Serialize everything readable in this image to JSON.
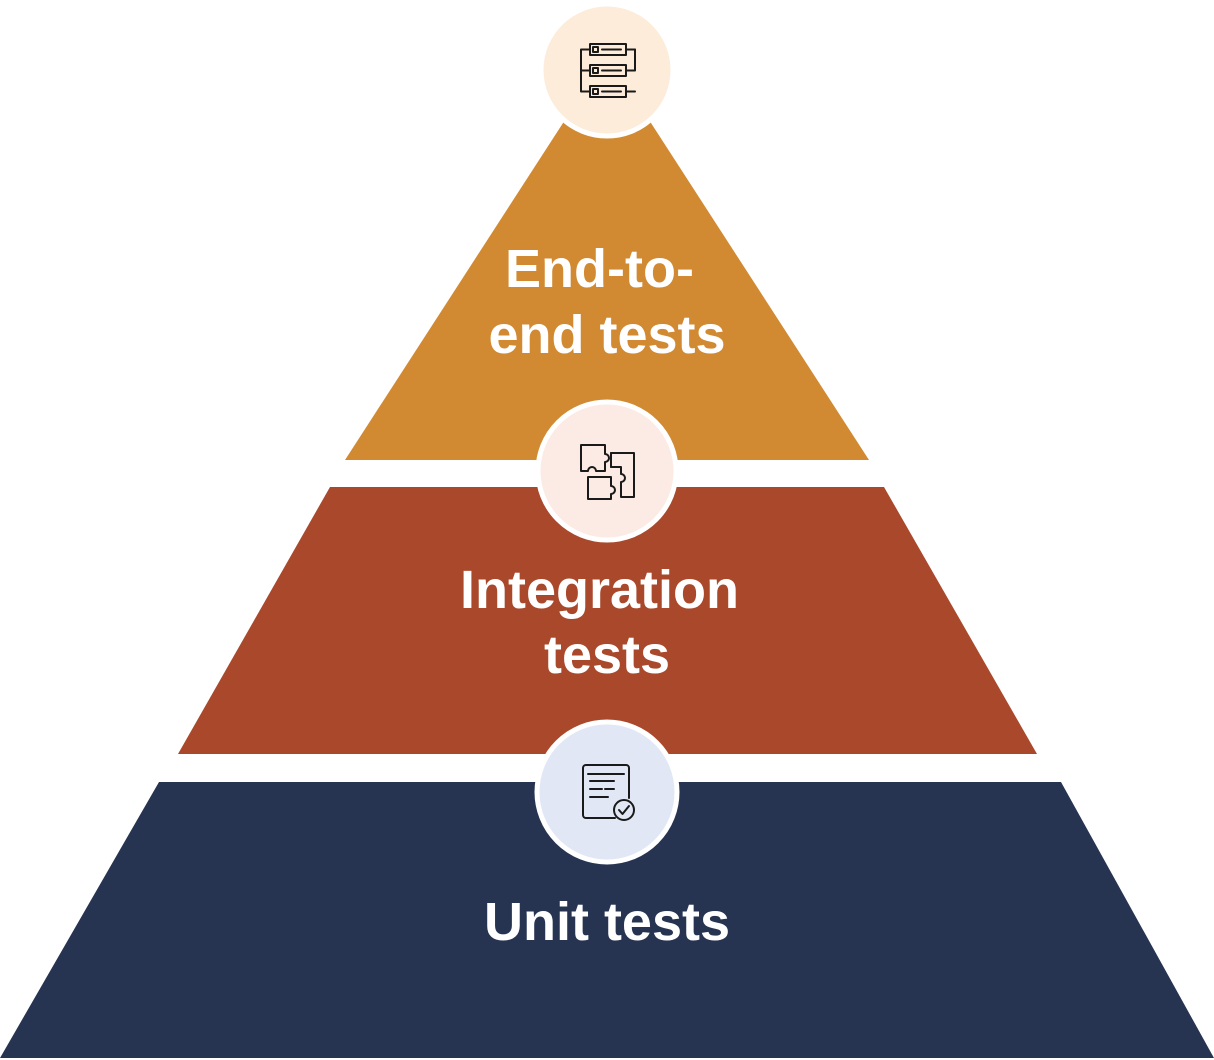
{
  "diagram": {
    "type": "pyramid",
    "tiers": [
      {
        "id": "end-to-end",
        "lines": [
          "End-to-",
          "end tests"
        ],
        "color": "#d18a31",
        "icon": "workflow-list-icon",
        "icon_bg": "#fdecd9"
      },
      {
        "id": "integration",
        "lines": [
          "Integration",
          "tests"
        ],
        "color": "#a9482b",
        "icon": "puzzle-pieces-icon",
        "icon_bg": "#fcebe4"
      },
      {
        "id": "unit",
        "lines": [
          "Unit tests"
        ],
        "color": "#263452",
        "icon": "checked-document-icon",
        "icon_bg": "#e1e7f5"
      }
    ]
  }
}
